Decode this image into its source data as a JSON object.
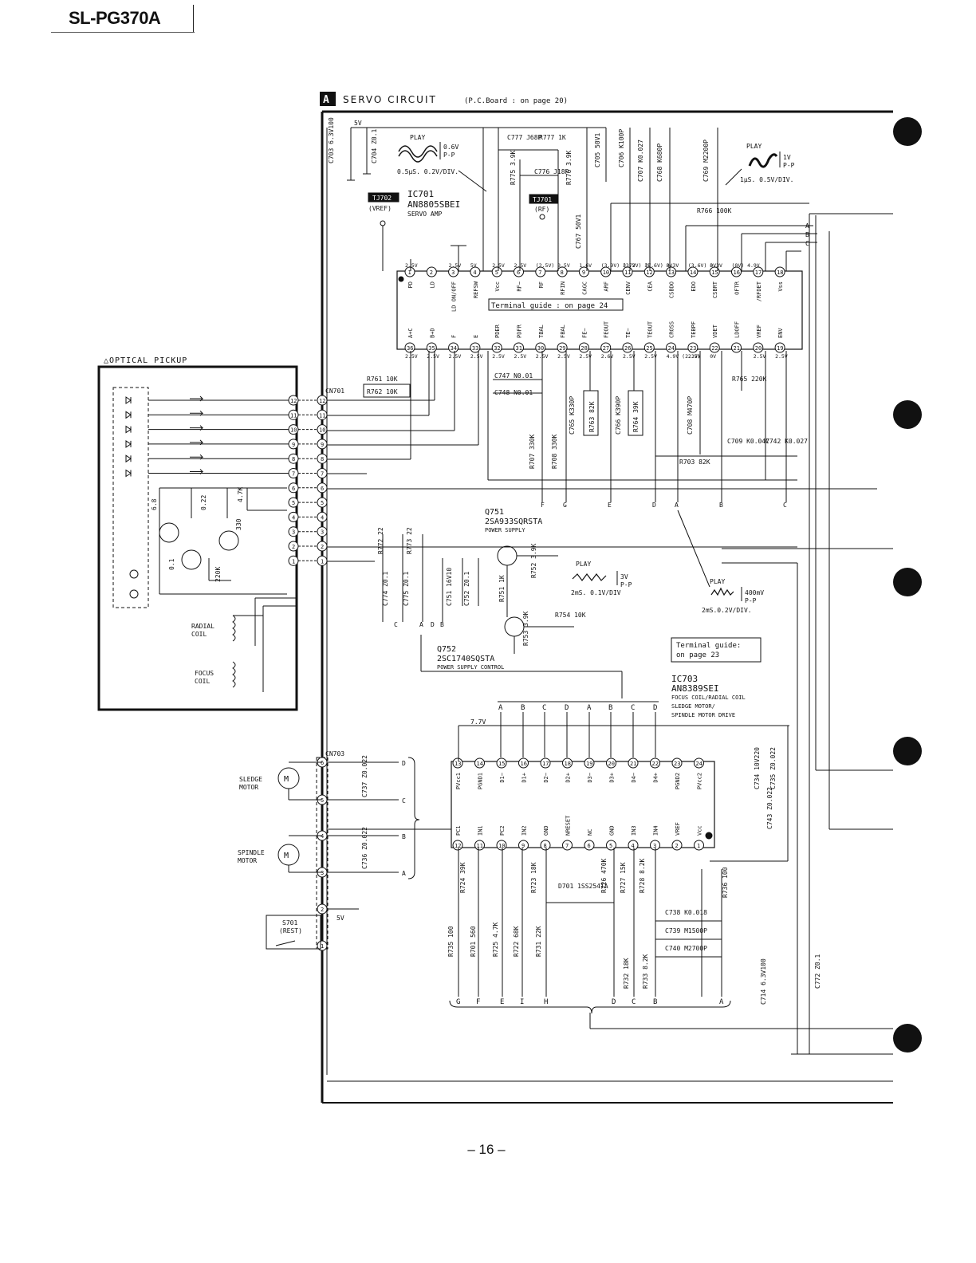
{
  "header": {
    "model": "SL-PG370A"
  },
  "footer": {
    "page": "– 16 –"
  },
  "section": {
    "letter": "A",
    "title": "SERVO CIRCUIT",
    "ref": "(P.C.Board : on page 20)"
  },
  "pickup": {
    "title": "△OPTICAL PICKUP",
    "radial": [
      "RADIAL",
      "COIL"
    ],
    "focus": [
      "FOCUS",
      "COIL"
    ]
  },
  "connectors": {
    "cn701": "CN701",
    "cn703": "CN703"
  },
  "ic701": {
    "name": "IC701",
    "part": "AN8805SBEI",
    "desc": "SERVO AMP",
    "guide": "Terminal guide : on page 24",
    "top_pins": [
      "PD",
      "LD",
      "LD ON/OFF",
      "REFSW",
      "Vcc",
      "RF−",
      "RF",
      "RFIN",
      "CAGC",
      "ARF",
      "CENV",
      "CEA",
      "CSBDO",
      "EDO",
      "CSBRT",
      "OFTR",
      "/RFDET",
      "Vss"
    ],
    "bottom_pins": [
      "A+C",
      "B+D",
      "F",
      "E",
      "PDER",
      "PDFR",
      "TBAL",
      "FBAL",
      "FE−",
      "FEOUT",
      "TE−",
      "TEOUT",
      "CROSS",
      "TEBPF",
      "VDET",
      "LDOFF",
      "VREF",
      "ENV"
    ],
    "top_volts": [
      "2.5V",
      "",
      "2.5V",
      "5V",
      "2.5V",
      "2.5V",
      "(2.5V)",
      "3.5V",
      "1.6V",
      "(3.9V) 3.7V",
      "(3.2V) 3V",
      "(3.6V) 3.3V",
      "0V",
      "(3.6V) 3.3V",
      "0V",
      "(0V) 4.9V"
    ],
    "bottom_volts": [
      "2.5V",
      "2.5V",
      "2.5V",
      "2.5V",
      "2.5V",
      "2.5V",
      "2.5V",
      "2.5V",
      "2.5V",
      "2.6V",
      "2.5V",
      "2.5V",
      "4.9V (2.3V)",
      "2.5V",
      "0V",
      "",
      "2.5V",
      "2.5V"
    ]
  },
  "ic703": {
    "name": "IC703",
    "part": "AN8389SEI",
    "desc": [
      "FOCUS COIL/RADIAL COIL",
      "SLEDGE MOTOR/",
      "SPINDLE MOTOR DRIVE"
    ],
    "guide": [
      "Terminal guide:",
      "on page 23"
    ],
    "top_pins": [
      "PVcc1",
      "PGND1",
      "D1−",
      "D1+",
      "D2−",
      "D2+",
      "D3−",
      "D3+",
      "D4−",
      "D4+",
      "PGND2",
      "PVcc2"
    ],
    "bottom_pins": [
      "PC1",
      "IN1",
      "PC2",
      "IN2",
      "GND",
      "NRESET",
      "NC",
      "GND",
      "IN3",
      "IN4",
      "VREF",
      "Vcc"
    ],
    "top_inputs": [
      "A",
      "B",
      "C",
      "D",
      "A",
      "B",
      "C",
      "D"
    ],
    "bottom_outputs": [
      "G",
      "F",
      "E",
      "I",
      "H",
      "D",
      "C",
      "B",
      "A"
    ]
  },
  "transistors": {
    "q751": {
      "name": "Q751",
      "part": "2SA933SQRSTA",
      "desc": "POWER SUPPLY"
    },
    "q752": {
      "name": "Q752",
      "part": "2SC1740SQSTA",
      "desc": "POWER SUPPLY CONTROL"
    }
  },
  "testpoints": {
    "tj702": "TJ702",
    "tj702_label": "(VREF)",
    "tj701": "TJ701",
    "tj701_label": "(RF)"
  },
  "waveforms": {
    "w1": {
      "mode": "PLAY",
      "amp": "0.6V",
      "pp": "P-P",
      "scale": "0.5µS. 0.2V/DIV."
    },
    "w2": {
      "mode": "PLAY",
      "amp": "1V",
      "pp": "P-P",
      "scale": "1µS. 0.5V/DIV."
    },
    "w3": {
      "mode": "PLAY",
      "amp": "3V",
      "pp": "P-P",
      "scale": "2mS. 0.1V/DIV"
    },
    "w4": {
      "mode": "PLAY",
      "amp": "400mV",
      "pp": "P-P",
      "scale": "2mS.0.2V/DIV."
    }
  },
  "motors": {
    "sledge": [
      "SLEDGE",
      "MOTOR"
    ],
    "spindle": [
      "SPINDLE",
      "MOTOR"
    ],
    "switch": [
      "S701",
      "(REST)"
    ]
  },
  "components": {
    "c703": "C703 6.3V100",
    "c704": "C704 Z0.1",
    "c777": "C777 J68P",
    "r777": "R777 1K",
    "c705": "C705 50V1",
    "c706": "C706 K100P",
    "c707": "C707 K0.027",
    "c768": "C768 K680P",
    "c769": "C769 M2200P",
    "r775": "R775 3.9K",
    "c776": "C776 J18P",
    "r776": "R776 3.9K",
    "r766": "R766 100K",
    "c767": "C767 50V1",
    "r761": "R761 10K",
    "r762": "R762 10K",
    "c747": "C747 N0.01",
    "c748": "C748 N0.01",
    "r707": "R707 330K",
    "r708": "R708 330K",
    "c765": "C765 K330P",
    "r763": "R763 82K",
    "c766": "C766 K390P",
    "r764": "R764 39K",
    "c708": "C708 M470P",
    "r765": "R765 220K",
    "c709": "C709 K0.047",
    "c742": "C742 K0.027",
    "r703": "R703 82K",
    "r772": "R772 22",
    "r773": "R773 22",
    "c774": "C774 Z0.1",
    "c775": "C775 Z0.1",
    "c751": "C751 16V10",
    "c752": "C752 Z0.1",
    "r752": "R752 3.9K",
    "r751": "R751 1K",
    "r754": "R754 10K",
    "r753": "R753 3.9K",
    "c737": "C737 Z0.022",
    "c736": "C736 Z0.022",
    "c734": "C734 10V220",
    "c735": "C735 Z0.022",
    "c743": "C743 Z0.022",
    "r724": "R724 39K",
    "r723": "R723 18K",
    "d701": "D701 1SS254TA",
    "r726": "R726 470K",
    "r727": "R727 15K",
    "r728": "R728 8.2K",
    "r736": "R736 100",
    "r735": "R735 100",
    "r701": "R701 560",
    "r725": "R725 4.7K",
    "r722": "R722 68K",
    "r731": "R731 22K",
    "c738": "C738 K0.018",
    "c739": "C739 M1500P",
    "c740": "C740 M2700P",
    "r732": "R732 18K",
    "r733": "R733 8.2K",
    "c714": "C714 6.3V100",
    "c772": "C772 Z0.1",
    "pk_r1": "6.8",
    "pk_c1": "0.22",
    "pk_r2": "4.7K",
    "pk_r3": "330",
    "pk_c2": "0.1",
    "pk_r4": "220K"
  },
  "rails": {
    "v5": "5V",
    "v77": "7.7V"
  }
}
